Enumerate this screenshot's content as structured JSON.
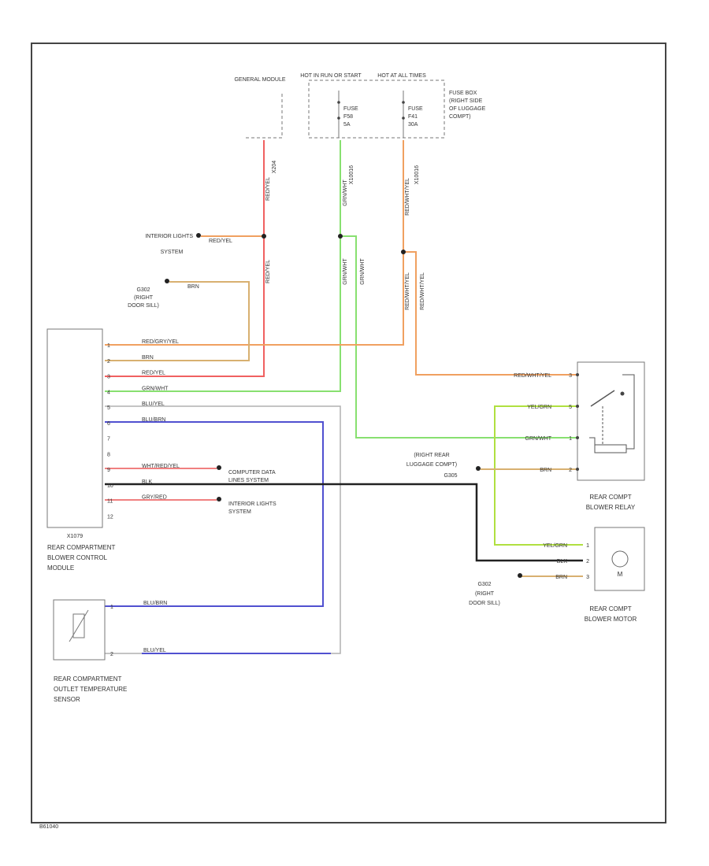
{
  "diagram_id": "B61040",
  "general_module": "GENERAL MODULE",
  "hot_run": "HOT IN RUN OR START",
  "hot_all": "HOT AT ALL TIMES",
  "fuse_box": [
    "FUSE BOX",
    "(RIGHT SIDE",
    "OF LUGGAGE",
    "COMPT)"
  ],
  "fuse1": [
    "FUSE",
    "F58",
    "5A"
  ],
  "fuse2": [
    "FUSE",
    "F41",
    "30A"
  ],
  "conn_labels": {
    "gm": "X204",
    "f1": "X10016",
    "f2": "X10016"
  },
  "wires": {
    "gm_down": "RED/YEL",
    "gm_lower": "RED/YEL",
    "f1_down": "GRN/WHT",
    "f1_lower": "GRN/WHT",
    "f1_right": "GRN/WHT",
    "f2_down": "RED/WHT/YEL",
    "f2_left": "RED/WHT/YEL",
    "f2_right": "RED/WHT/YEL",
    "interior_lights_top": "RED/YEL",
    "g_top": "BRN"
  },
  "interior_lights_top": [
    "INTERIOR LIGHTS",
    "SYSTEM"
  ],
  "ground_top": [
    "G302",
    "(RIGHT",
    "DOOR SILL)"
  ],
  "module": {
    "name": [
      "REAR COMPARTMENT",
      "BLOWER CONTROL",
      "MODULE"
    ],
    "connector": "X1079",
    "pins": [
      {
        "num": "1",
        "wire": "RED/GRY/YEL"
      },
      {
        "num": "2",
        "wire": "BRN"
      },
      {
        "num": "3",
        "wire": "RED/YEL"
      },
      {
        "num": "4",
        "wire": "GRN/WHT"
      },
      {
        "num": "5",
        "wire": "BLU/YEL"
      },
      {
        "num": "6",
        "wire": "BLU/BRN"
      },
      {
        "num": "7",
        "wire": ""
      },
      {
        "num": "8",
        "wire": ""
      },
      {
        "num": "9",
        "wire": "WHT/RED/YEL"
      },
      {
        "num": "10",
        "wire": "BLK"
      },
      {
        "num": "11",
        "wire": "GRY/RED"
      },
      {
        "num": "12",
        "wire": ""
      }
    ]
  },
  "computer_data": [
    "COMPUTER DATA",
    "LINES SYSTEM"
  ],
  "interior_lights_mid": [
    "INTERIOR LIGHTS",
    "SYSTEM"
  ],
  "sensor": {
    "name": [
      "REAR COMPARTMENT",
      "OUTLET TEMPERATURE",
      "SENSOR"
    ],
    "pins": [
      {
        "num": "1",
        "wire": "BLU/BRN"
      },
      {
        "num": "2",
        "wire": "BLU/YEL"
      }
    ]
  },
  "relay": {
    "name": [
      "REAR COMPT",
      "BLOWER RELAY"
    ],
    "pins": [
      {
        "num": "3",
        "wire": "RED/WHT/YEL"
      },
      {
        "num": "5",
        "wire": "YEL/GRN"
      },
      {
        "num": "1",
        "wire": "GRN/WHT"
      },
      {
        "num": "2",
        "wire": "BRN"
      }
    ]
  },
  "ground_right": [
    "(RIGHT REAR",
    "LUGGAGE COMPT)",
    "G305"
  ],
  "motor": {
    "name": [
      "REAR COMPT",
      "BLOWER MOTOR"
    ],
    "symbol": "M",
    "pins": [
      {
        "num": "1",
        "wire": "YEL/GRN"
      },
      {
        "num": "2",
        "wire": "BLK"
      },
      {
        "num": "3",
        "wire": "BRN"
      }
    ]
  },
  "ground_motor": [
    "G302",
    "(RIGHT",
    "DOOR SILL)"
  ],
  "colors": {
    "red": "#f06060",
    "green": "#88e070",
    "orange": "#f0a060",
    "tan": "#d8b070",
    "blue": "#5050d0",
    "gray": "#b0b0b0",
    "black": "#222222",
    "pink": "#f08080",
    "yellowgreen": "#b0e040"
  }
}
